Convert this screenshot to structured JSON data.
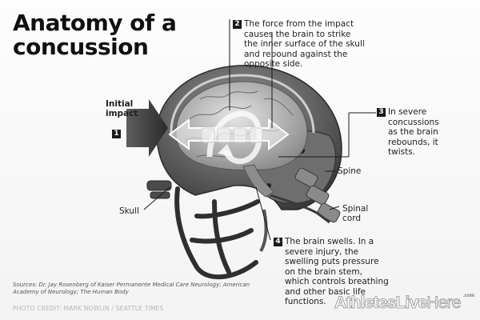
{
  "title": "Anatomy of a concussion",
  "steps": [
    {
      "number": "1",
      "text": "Initial impact"
    },
    {
      "number": "2",
      "text": "The force from the impact causes the brain to strike the inner surface of the skull and rebound against the opposite side."
    },
    {
      "number": "3",
      "text": "In severe concussions as the brain rebounds, it twists."
    },
    {
      "number": "4",
      "text": "The brain swells. In a severe injury, the swelling puts pressure on the brain stem, which controls breathing and other basic life functions."
    }
  ],
  "labels": {
    "skull": "Skull",
    "spine": "Spine",
    "spinal_cord": "Spinal cord"
  },
  "sources": "Sources: Dr. Jay Rosenberg of Kaiser Permanente Medical Care Neurology; American Academy of Neurology; The Human Body",
  "credit": "PHOTO CREDIT: MARK NOWLIN / SEATTLE TIMES",
  "watermark": {
    "main": "AthletesLive",
    "end": "Here",
    "suffix": ".com"
  }
}
